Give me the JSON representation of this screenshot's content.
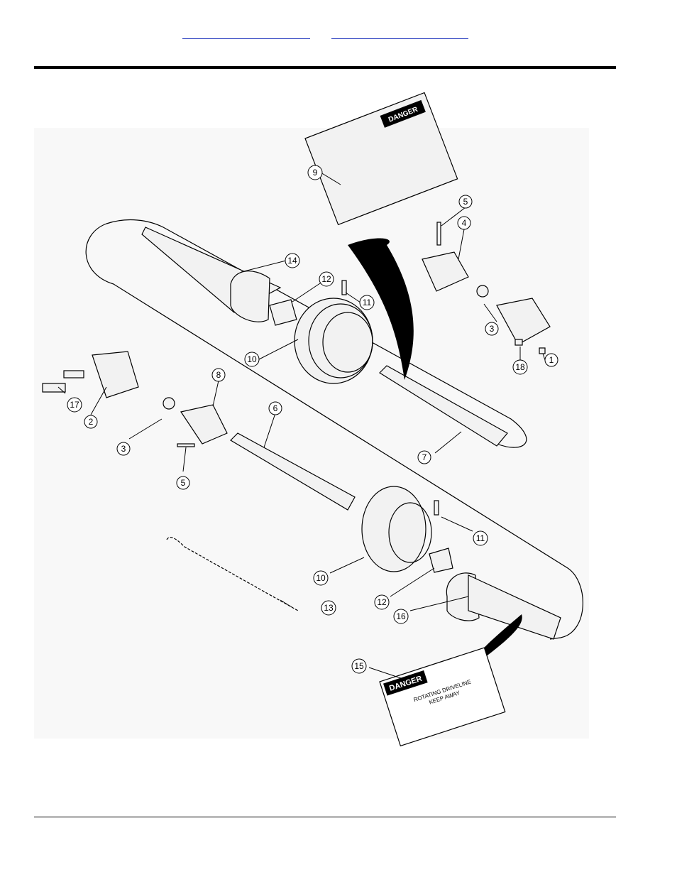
{
  "callouts": [
    {
      "id": "c9",
      "label": "9"
    },
    {
      "id": "c5a",
      "label": "5"
    },
    {
      "id": "c4",
      "label": "4"
    },
    {
      "id": "c14",
      "label": "14"
    },
    {
      "id": "c12a",
      "label": "12"
    },
    {
      "id": "c11a",
      "label": "11"
    },
    {
      "id": "c3a",
      "label": "3"
    },
    {
      "id": "c10a",
      "label": "10"
    },
    {
      "id": "c18",
      "label": "18"
    },
    {
      "id": "c1",
      "label": "1"
    },
    {
      "id": "c8",
      "label": "8"
    },
    {
      "id": "c17",
      "label": "17"
    },
    {
      "id": "c2",
      "label": "2"
    },
    {
      "id": "c6",
      "label": "6"
    },
    {
      "id": "c3b",
      "label": "3"
    },
    {
      "id": "c5b",
      "label": "5"
    },
    {
      "id": "c7",
      "label": "7"
    },
    {
      "id": "c11b",
      "label": "11"
    },
    {
      "id": "c10b",
      "label": "10"
    },
    {
      "id": "c12b",
      "label": "12"
    },
    {
      "id": "c13",
      "label": "13"
    },
    {
      "id": "c16",
      "label": "16"
    },
    {
      "id": "c15",
      "label": "15"
    }
  ],
  "decals": {
    "guard_decal_word": "DANGER",
    "shaft_decal_word": "DANGER",
    "shaft_decal_heading": "ROTATING DRIVELINE",
    "shaft_decal_subheading": "KEEP AWAY"
  }
}
